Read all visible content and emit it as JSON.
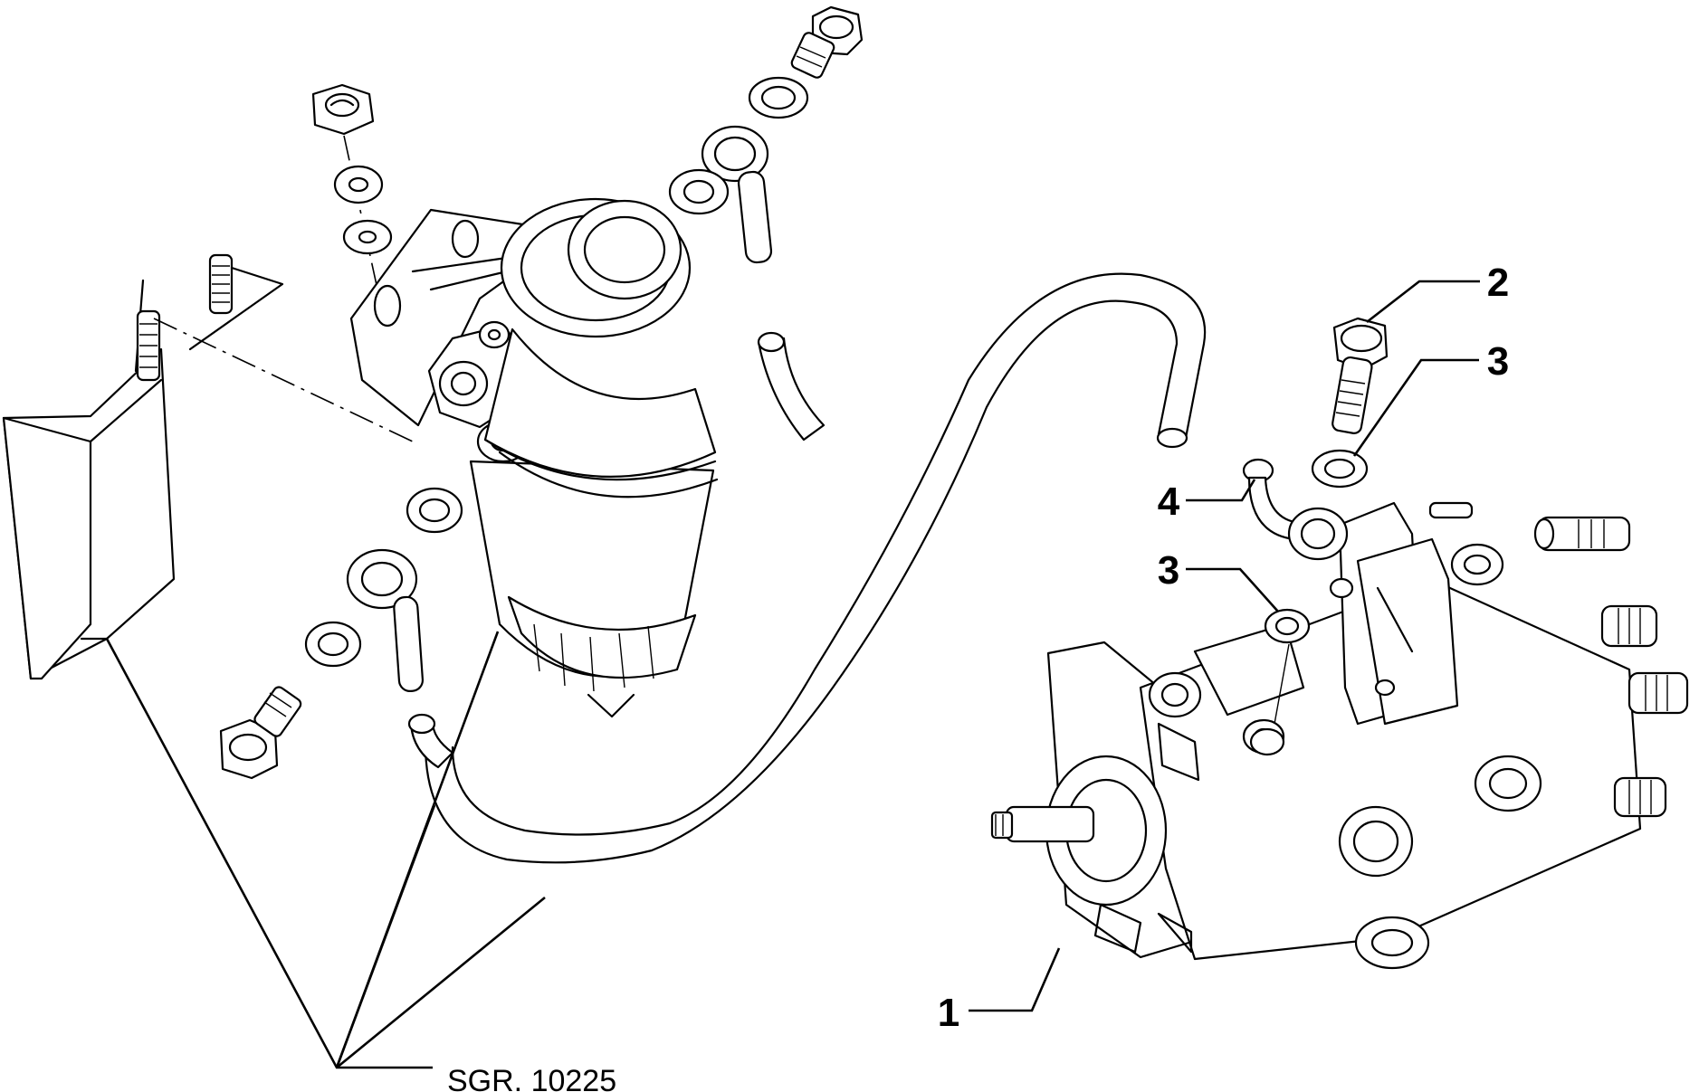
{
  "callouts": {
    "c1": "1",
    "c2": "2",
    "c3_top": "3",
    "c3_mid": "3",
    "c4": "4"
  },
  "reference": {
    "label": "SGR. 10225"
  },
  "colors": {
    "line": "#000000",
    "background": "#ffffff"
  }
}
